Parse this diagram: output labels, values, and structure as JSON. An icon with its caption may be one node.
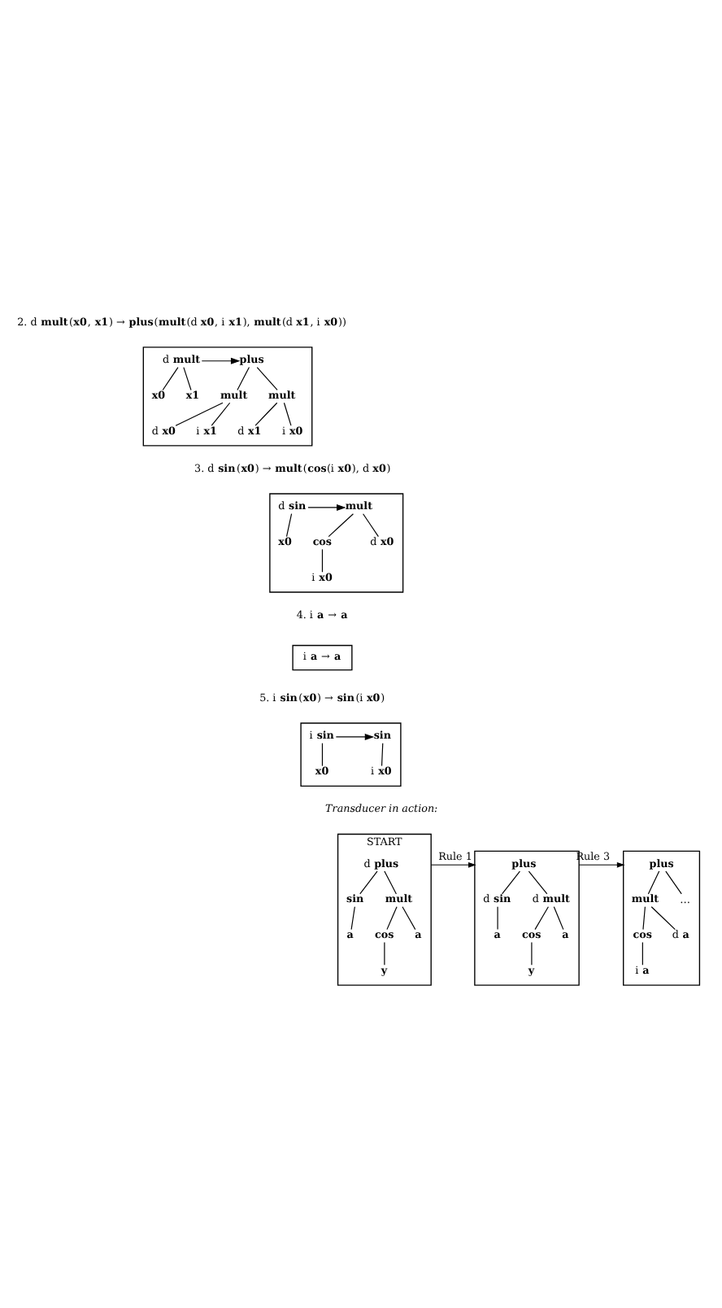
{
  "diagram": {
    "nodes": [
      {
        "text": [],
        "shape": "box"
      },
      {
        "text": [
          "d **mult**"
        ],
        "in": 0
      },
      {
        "text": [
          "**x0**"
        ],
        "in": 0
      },
      {
        "text": [
          "**x1**"
        ],
        "in": 0
      },
      {
        "text": [
          "**plus**"
        ],
        "in": 0
      },
      {
        "text": [
          "**mult**"
        ],
        "in": 0
      },
      {
        "text": [
          "**mult**"
        ],
        "in": 0
      },
      {
        "text": [
          "d **x0**"
        ],
        "in": 0
      },
      {
        "text": [
          "i **x1**"
        ],
        "in": 0
      },
      {
        "text": [
          "d **x1**"
        ],
        "in": 0
      },
      {
        "text": [
          "i **x0**"
        ],
        "in": 0
      },
      {
        "text": [],
        "shape": "box"
      },
      {
        "text": [
          "d **sin**"
        ],
        "in": 11
      },
      {
        "text": [
          "**x0**"
        ],
        "in": 11
      },
      {
        "text": [
          "**mult**"
        ],
        "in": 11
      },
      {
        "text": [
          "**cos**"
        ],
        "in": 11
      },
      {
        "text": [
          "d **x0**"
        ],
        "in": 11
      },
      {
        "text": [
          "i **x0**"
        ],
        "in": 11
      },
      {
        "text": [
          "i **a** → **a**"
        ]
      },
      {
        "text": [],
        "shape": "box"
      },
      {
        "text": [
          "i **sin**"
        ],
        "in": 19
      },
      {
        "text": [
          "**x0**"
        ],
        "in": 19
      },
      {
        "text": [
          "**sin**"
        ],
        "in": 19
      },
      {
        "text": [
          "i **x0**"
        ],
        "in": 19
      },
      {
        "text": [
          "START"
        ]
      },
      {
        "text": [
          "d **plus**"
        ],
        "in": 24
      },
      {
        "text": [
          "**sin**"
        ],
        "in": 24
      },
      {
        "text": [
          "**mult**"
        ],
        "in": 24
      },
      {
        "text": [
          "**a**"
        ],
        "in": 24
      },
      {
        "text": [
          "**cos**"
        ],
        "in": 24
      },
      {
        "text": [
          "**a**"
        ],
        "in": 24
      },
      {
        "text": [
          "**y**"
        ],
        "in": 24
      },
      {
        "text": [],
        "shape": "box"
      },
      {
        "text": [
          "**plus**"
        ],
        "in": 32
      },
      {
        "text": [
          "d **sin**"
        ],
        "in": 32
      },
      {
        "text": [
          "d **mult**"
        ],
        "in": 32
      },
      {
        "text": [
          "**a**"
        ],
        "in": 32
      },
      {
        "text": [
          "**cos**"
        ],
        "in": 32
      },
      {
        "text": [
          "**a**"
        ],
        "in": 32
      },
      {
        "text": [
          "**y**"
        ],
        "in": 32
      },
      {
        "text": [],
        "shape": "box"
      },
      {
        "text": [
          "**plus**"
        ],
        "in": 40
      },
      {
        "text": [
          "**mult**"
        ],
        "in": 40
      },
      {
        "text": [
          "…"
        ],
        "in": 40
      },
      {
        "text": [
          "**cos**"
        ],
        "in": 40
      },
      {
        "text": [
          "d **a**"
        ],
        "in": 40
      },
      {
        "text": [
          "i **a**"
        ],
        "in": 40
      }
    ],
    "edges": [
      {
        "from": 1,
        "to": 2,
        "arrow": "none"
      },
      {
        "from": 1,
        "to": 3,
        "arrow": "none"
      },
      {
        "from": 1,
        "to": 4,
        "arrow": "to"
      },
      {
        "from": 4,
        "to": 5,
        "arrow": "none"
      },
      {
        "from": 4,
        "to": 6,
        "arrow": "none"
      },
      {
        "from": 5,
        "to": 7,
        "arrow": "none"
      },
      {
        "from": 5,
        "to": 8,
        "arrow": "none"
      },
      {
        "from": 6,
        "to": 9,
        "arrow": "none"
      },
      {
        "from": 6,
        "to": 10,
        "arrow": "none"
      },
      {
        "from": 12,
        "to": 13,
        "arrow": "none"
      },
      {
        "from": 12,
        "to": 14,
        "arrow": "to"
      },
      {
        "from": 14,
        "to": 15,
        "arrow": "none"
      },
      {
        "from": 14,
        "to": 16,
        "arrow": "none"
      },
      {
        "from": 15,
        "to": 17,
        "arrow": "none"
      },
      {
        "from": 20,
        "to": 21,
        "arrow": "none"
      },
      {
        "from": 20,
        "to": 22,
        "arrow": "to"
      },
      {
        "from": 22,
        "to": 23,
        "arrow": "none"
      },
      {
        "from": 25,
        "to": 26,
        "arrow": "none"
      },
      {
        "from": 25,
        "to": 27,
        "arrow": "none"
      },
      {
        "from": 26,
        "to": 28,
        "arrow": "none"
      },
      {
        "from": 27,
        "to": 29,
        "arrow": "none"
      },
      {
        "from": 27,
        "to": 30,
        "arrow": "none"
      },
      {
        "from": 29,
        "to": 31,
        "arrow": "none"
      },
      {
        "from": 24,
        "to": 32,
        "arrow": "to",
        "label": "Rule 1"
      },
      {
        "from": 33,
        "to": 34,
        "arrow": "none"
      },
      {
        "from": 33,
        "to": 35,
        "arrow": "none"
      },
      {
        "from": 34,
        "to": 36,
        "arrow": "none"
      },
      {
        "from": 35,
        "to": 37,
        "arrow": "none"
      },
      {
        "from": 35,
        "to": 38,
        "arrow": "none"
      },
      {
        "from": 37,
        "to": 39,
        "arrow": "none"
      },
      {
        "from": 32,
        "to": 40,
        "arrow": "to",
        "label": "Rule 3"
      },
      {
        "from": 41,
        "to": 42,
        "arrow": "none"
      },
      {
        "from": 41,
        "to": 43,
        "arrow": "none"
      },
      {
        "from": 42,
        "to": 44,
        "arrow": "none"
      },
      {
        "from": 42,
        "to": 45,
        "arrow": "none"
      },
      {
        "from": 44,
        "to": 46,
        "arrow": "none"
      }
    ],
    "labels": [
      "2. d **mult**(**x0**, **x1**) → **plus**(**mult**(d **x0**, i **x1**), **mult**(d **x1**, i **x0**))",
      "3. d **sin**(**x0**) → **mult**(**cos**(i **x0**), d **x0**)",
      "4. i **a** → **a**",
      "5. i **sin**(**x0**) → **sin**(i **x0**)",
      "Transducer in action:"
    ]
  }
}
